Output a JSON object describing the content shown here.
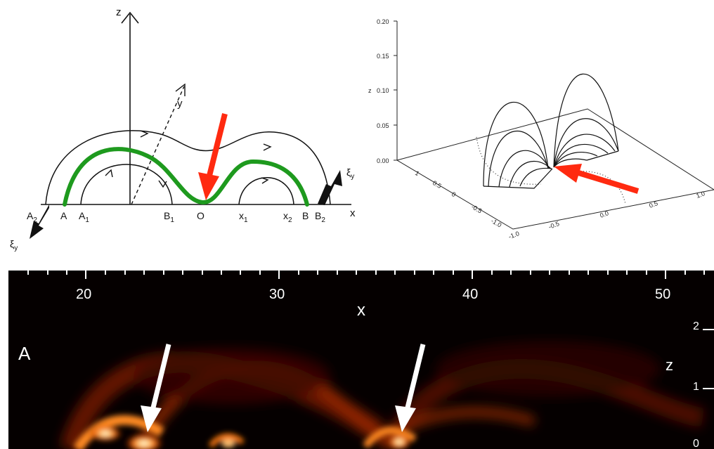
{
  "field_lines_diagram": {
    "axis_z": "z",
    "axis_x": "x",
    "axis_y": "y",
    "points": [
      {
        "main": "A",
        "sub": "2"
      },
      {
        "main": "A",
        "sub": ""
      },
      {
        "main": "A",
        "sub": "1"
      },
      {
        "main": "B",
        "sub": "1"
      },
      {
        "main": "O",
        "sub": ""
      },
      {
        "main": "x",
        "sub": "1"
      },
      {
        "main": "x",
        "sub": "2"
      },
      {
        "main": "B",
        "sub": ""
      },
      {
        "main": "B",
        "sub": "2"
      }
    ],
    "xi_label": {
      "main": "ξ",
      "sub": "y"
    },
    "colors": {
      "highlight_line": "#1e9a1e",
      "arrow": "#ff2a10"
    }
  },
  "plot_3d": {
    "z_axis_label": "z",
    "z_ticks": [
      "0.20",
      "0.15",
      "0.10",
      "0.05",
      "0.00"
    ],
    "front_ticks": [
      "-1.0",
      "-0.5",
      "0.0",
      "0.5",
      "1.0"
    ],
    "side_ticks": [
      "1",
      "0.5",
      "0",
      "-0.5",
      "-1.0"
    ]
  },
  "heatmap": {
    "panel_letter": "A",
    "x_label": "x",
    "x_ticks": [
      "20",
      "30",
      "40",
      "50"
    ],
    "z_label": "z",
    "z_ticks": [
      "2",
      "1",
      "0"
    ],
    "colors": {
      "background": "#050000",
      "glow": "#ff6a10",
      "arrow": "#ffffff"
    }
  }
}
